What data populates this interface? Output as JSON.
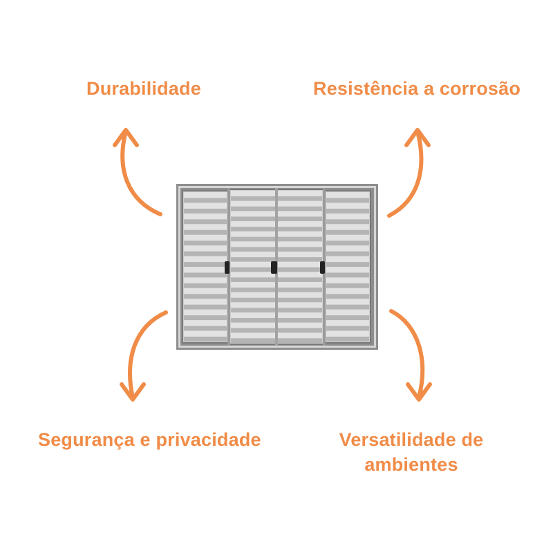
{
  "features": {
    "top_left": "Durabilidade",
    "top_right": "Resistência a corrosão",
    "bottom_left": "Segurança e privacidade",
    "bottom_right": "Versatilidade de ambientes"
  },
  "colors": {
    "accent": "#F08C48",
    "frame": "#8E8E8E",
    "slat_light": "#E2E2E2",
    "slat_dark": "#B4B4B4",
    "handle": "#222222"
  },
  "icons": {
    "window": "sliding-louvered-window-image",
    "arrow": "curved-arrow-icon"
  }
}
